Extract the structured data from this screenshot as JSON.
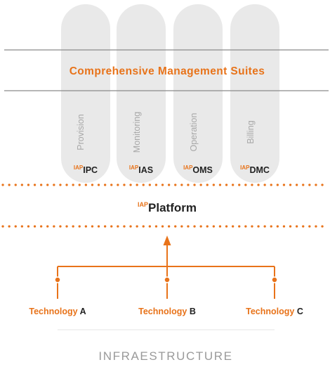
{
  "colors": {
    "accent": "#e8731a",
    "pillar": "#e9e9e9",
    "rule": "#8a8a8a",
    "muted": "#a8a8a8",
    "dark": "#222222"
  },
  "suites_title": "Comprehensive Management Suites",
  "pillars": [
    {
      "label": "Provision",
      "prefix": "IAP",
      "code": "IPC"
    },
    {
      "label": "Monitoring",
      "prefix": "IAP",
      "code": "IAS"
    },
    {
      "label": "Operation",
      "prefix": "IAP",
      "code": "OMS"
    },
    {
      "label": "Billing",
      "prefix": "IAP",
      "code": "DMC"
    }
  ],
  "platform": {
    "prefix": "IAP",
    "name": "Platform"
  },
  "technologies": [
    {
      "word": "Technology",
      "letter": "A"
    },
    {
      "word": "Technology",
      "letter": "B"
    },
    {
      "word": "Technology",
      "letter": "C"
    }
  ],
  "footer": "INFRAESTRUCTURE"
}
